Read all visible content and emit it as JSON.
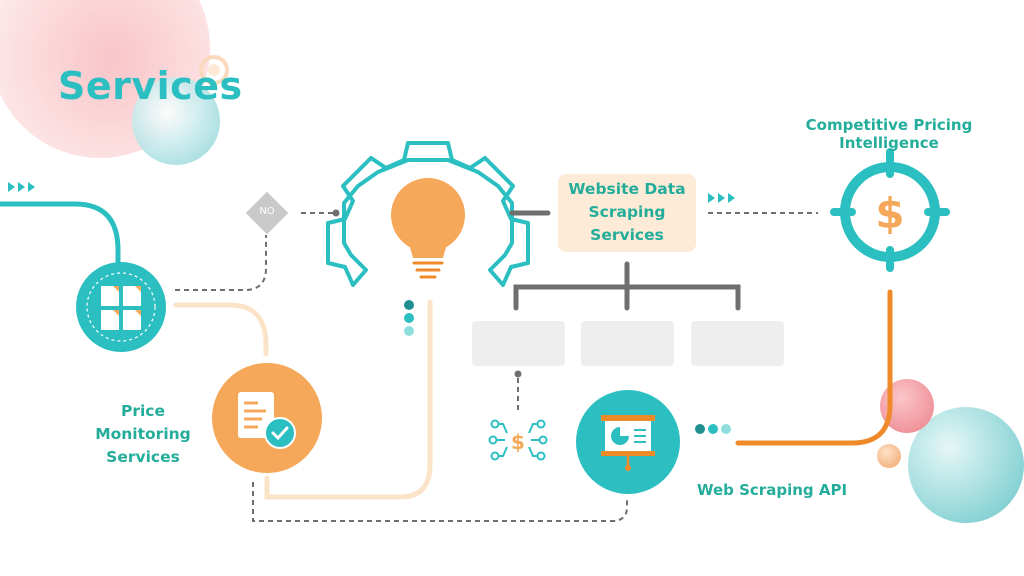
{
  "title": "Services",
  "nodes": {
    "website_data_scraping": "Website Data Scraping Services",
    "competitive_pricing": "Competitive Pricing Intelligence",
    "price_monitoring": "Price Monitoring Services",
    "web_scraping_api": "Web Scraping API"
  },
  "decision_label": "NO",
  "colors": {
    "teal": "#2bbfc1",
    "label_green": "#23ad9a",
    "orange": "#f5a85a",
    "orange_line": "#ef8a2a",
    "peach": "#fbe3c8",
    "gray": "#6f6f6f",
    "placeholder_box": "#eeeeee",
    "diamond": "#c9c9c9"
  },
  "icons": [
    "gear-bulb-icon",
    "target-dollar-icon",
    "grid-documents-icon",
    "document-check-icon",
    "presentation-chart-icon",
    "dollar-network-icon",
    "triple-arrow-icon"
  ]
}
